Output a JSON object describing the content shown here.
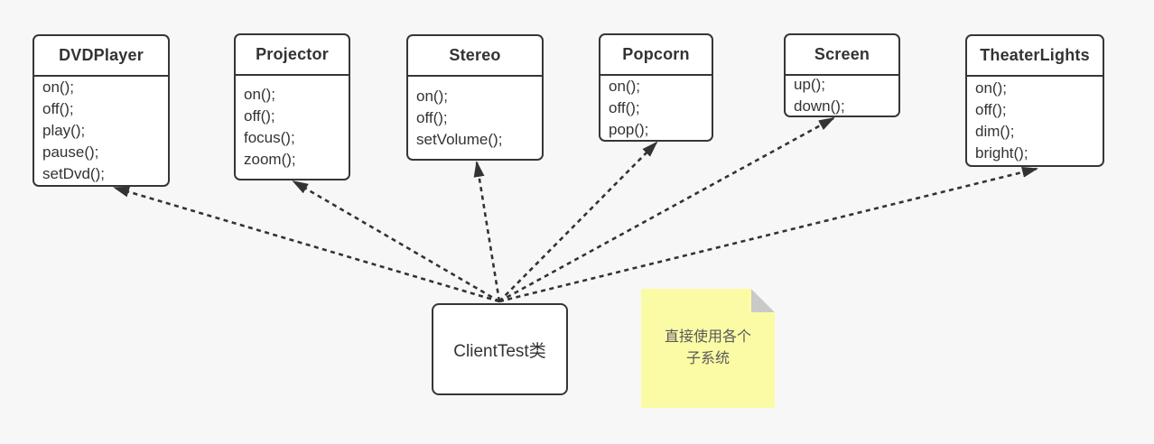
{
  "diagram": {
    "classes": [
      {
        "id": "dvdplayer",
        "title": "DVDPlayer",
        "methods": [
          "on();",
          "off();",
          "play();",
          "pause();",
          "setDvd();"
        ]
      },
      {
        "id": "projector",
        "title": "Projector",
        "methods": [
          "on();",
          "off();",
          "focus();",
          "zoom();"
        ]
      },
      {
        "id": "stereo",
        "title": "Stereo",
        "methods": [
          "on();",
          "off();",
          "setVolume();"
        ]
      },
      {
        "id": "popcorn",
        "title": "Popcorn",
        "methods": [
          "on();",
          "off();",
          "pop();"
        ]
      },
      {
        "id": "screen",
        "title": "Screen",
        "methods": [
          "up();",
          "down();"
        ]
      },
      {
        "id": "theaterlights",
        "title": "TheaterLights",
        "methods": [
          "on();",
          "off();",
          "dim();",
          "bright();"
        ]
      }
    ],
    "client": {
      "id": "client",
      "label": "ClientTest类"
    },
    "note": {
      "line1": "直接使用各个",
      "line2": "子系统",
      "fill": "#fbfba6",
      "fold_color": "#c9c9c9",
      "text_color": "#595959"
    },
    "edges": [
      {
        "from": "client",
        "to": "dvdplayer"
      },
      {
        "from": "client",
        "to": "projector"
      },
      {
        "from": "client",
        "to": "stereo"
      },
      {
        "from": "client",
        "to": "popcorn"
      },
      {
        "from": "client",
        "to": "screen"
      },
      {
        "from": "client",
        "to": "theaterlights"
      }
    ],
    "colors": {
      "background": "#f7f7f7",
      "box_fill": "#ffffff",
      "box_border": "#363636",
      "arrow": "#333333"
    }
  }
}
